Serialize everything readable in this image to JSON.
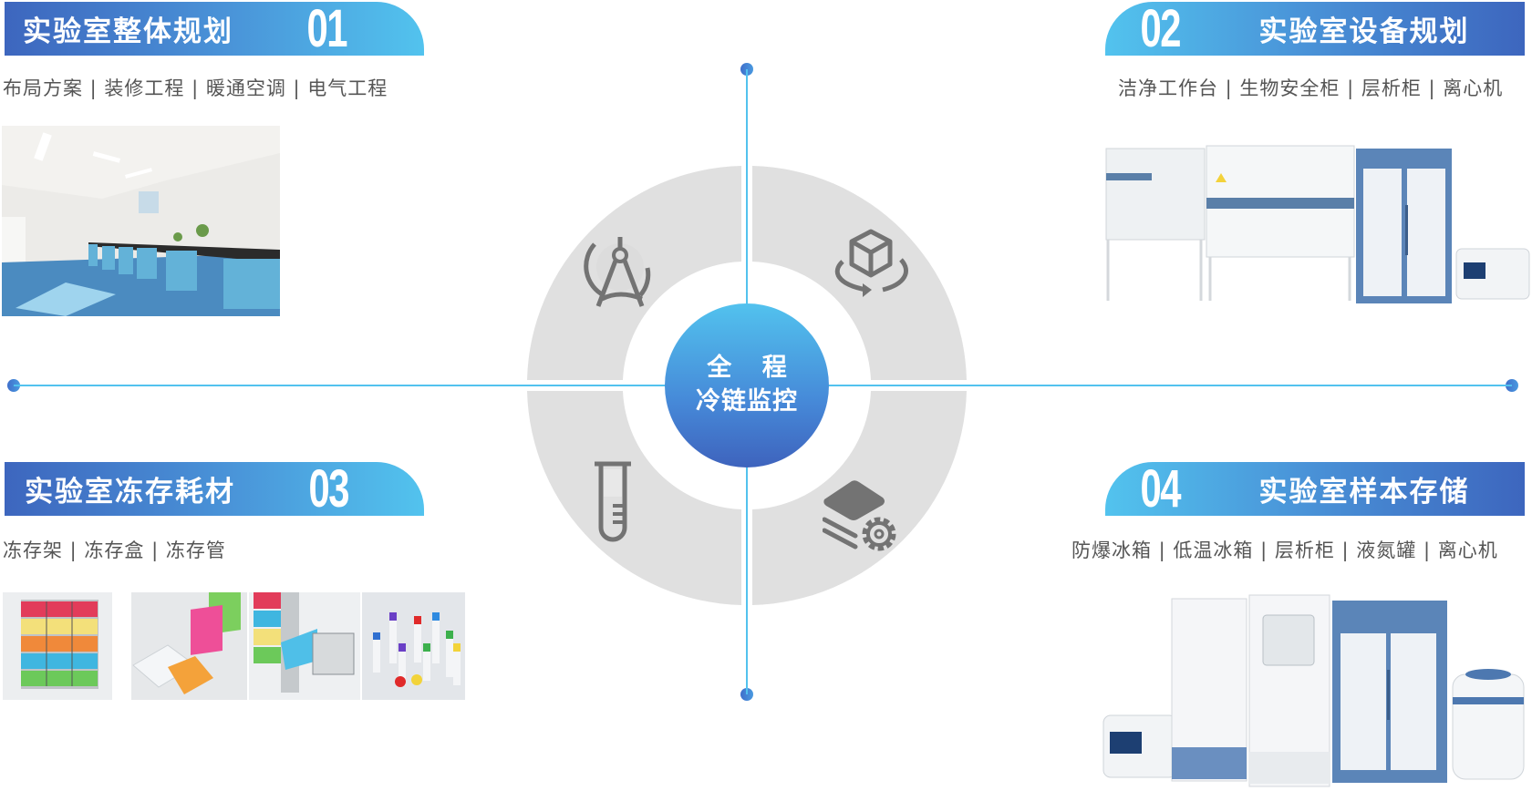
{
  "center": {
    "line1": "全 程",
    "line2": "冷链监控"
  },
  "sections": [
    {
      "number": "01",
      "title": "实验室整体规划",
      "subtitle": "布局方案 | 装修工程 | 暖通空调 | 电气工程",
      "icon": "compass-drafting-icon",
      "photos": [
        "laboratory-interior-photo"
      ]
    },
    {
      "number": "02",
      "title": "实验室设备规划",
      "subtitle": "洁净工作台 | 生物安全柜 | 层析柜 | 离心机",
      "icon": "3d-cube-rotate-icon",
      "photos": [
        "lab-equipment-photo"
      ]
    },
    {
      "number": "03",
      "title": "实验室冻存耗材",
      "subtitle": "冻存架 | 冻存盒 | 冻存管",
      "icon": "test-tube-icon",
      "photos": [
        "freezer-rack-photo",
        "freezer-box-photo",
        "rack-drawer-photo",
        "cryo-tube-photo"
      ]
    },
    {
      "number": "04",
      "title": "实验室样本存储",
      "subtitle": "防爆冰箱 | 低温冰箱 | 层析柜 | 液氮罐  | 离心机",
      "icon": "layers-gear-icon",
      "photos": [
        "sample-storage-equipment-photo"
      ]
    }
  ],
  "colors": {
    "accent_dark": "#3d66be",
    "accent_light": "#52c3ee",
    "ring_gray": "#e0e0e0",
    "icon_gray": "#737373",
    "text_gray": "#555555"
  }
}
